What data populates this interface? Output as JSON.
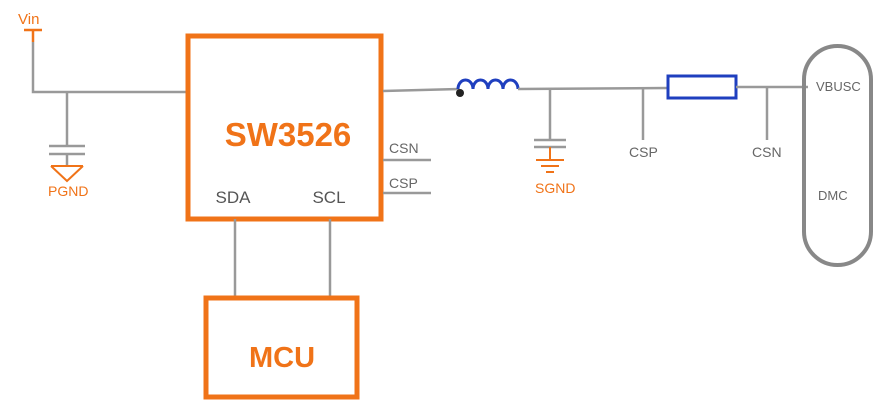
{
  "labels": {
    "vin": "Vin",
    "pgnd": "PGND",
    "chip": "SW3526",
    "sda": "SDA",
    "scl": "SCL",
    "csn_chip": "CSN",
    "csp_chip": "CSP",
    "mcu": "MCU",
    "sgnd": "SGND",
    "csp_node": "CSP",
    "csn_node": "CSN",
    "vbusc": "VBUSC",
    "dmc": "DMC"
  },
  "colors": {
    "accent": "#f07318",
    "wire": "#999999",
    "inductor": "#1f3fbf",
    "resistor": "#1f3fbf",
    "connector": "#888888",
    "text": "#555555"
  }
}
